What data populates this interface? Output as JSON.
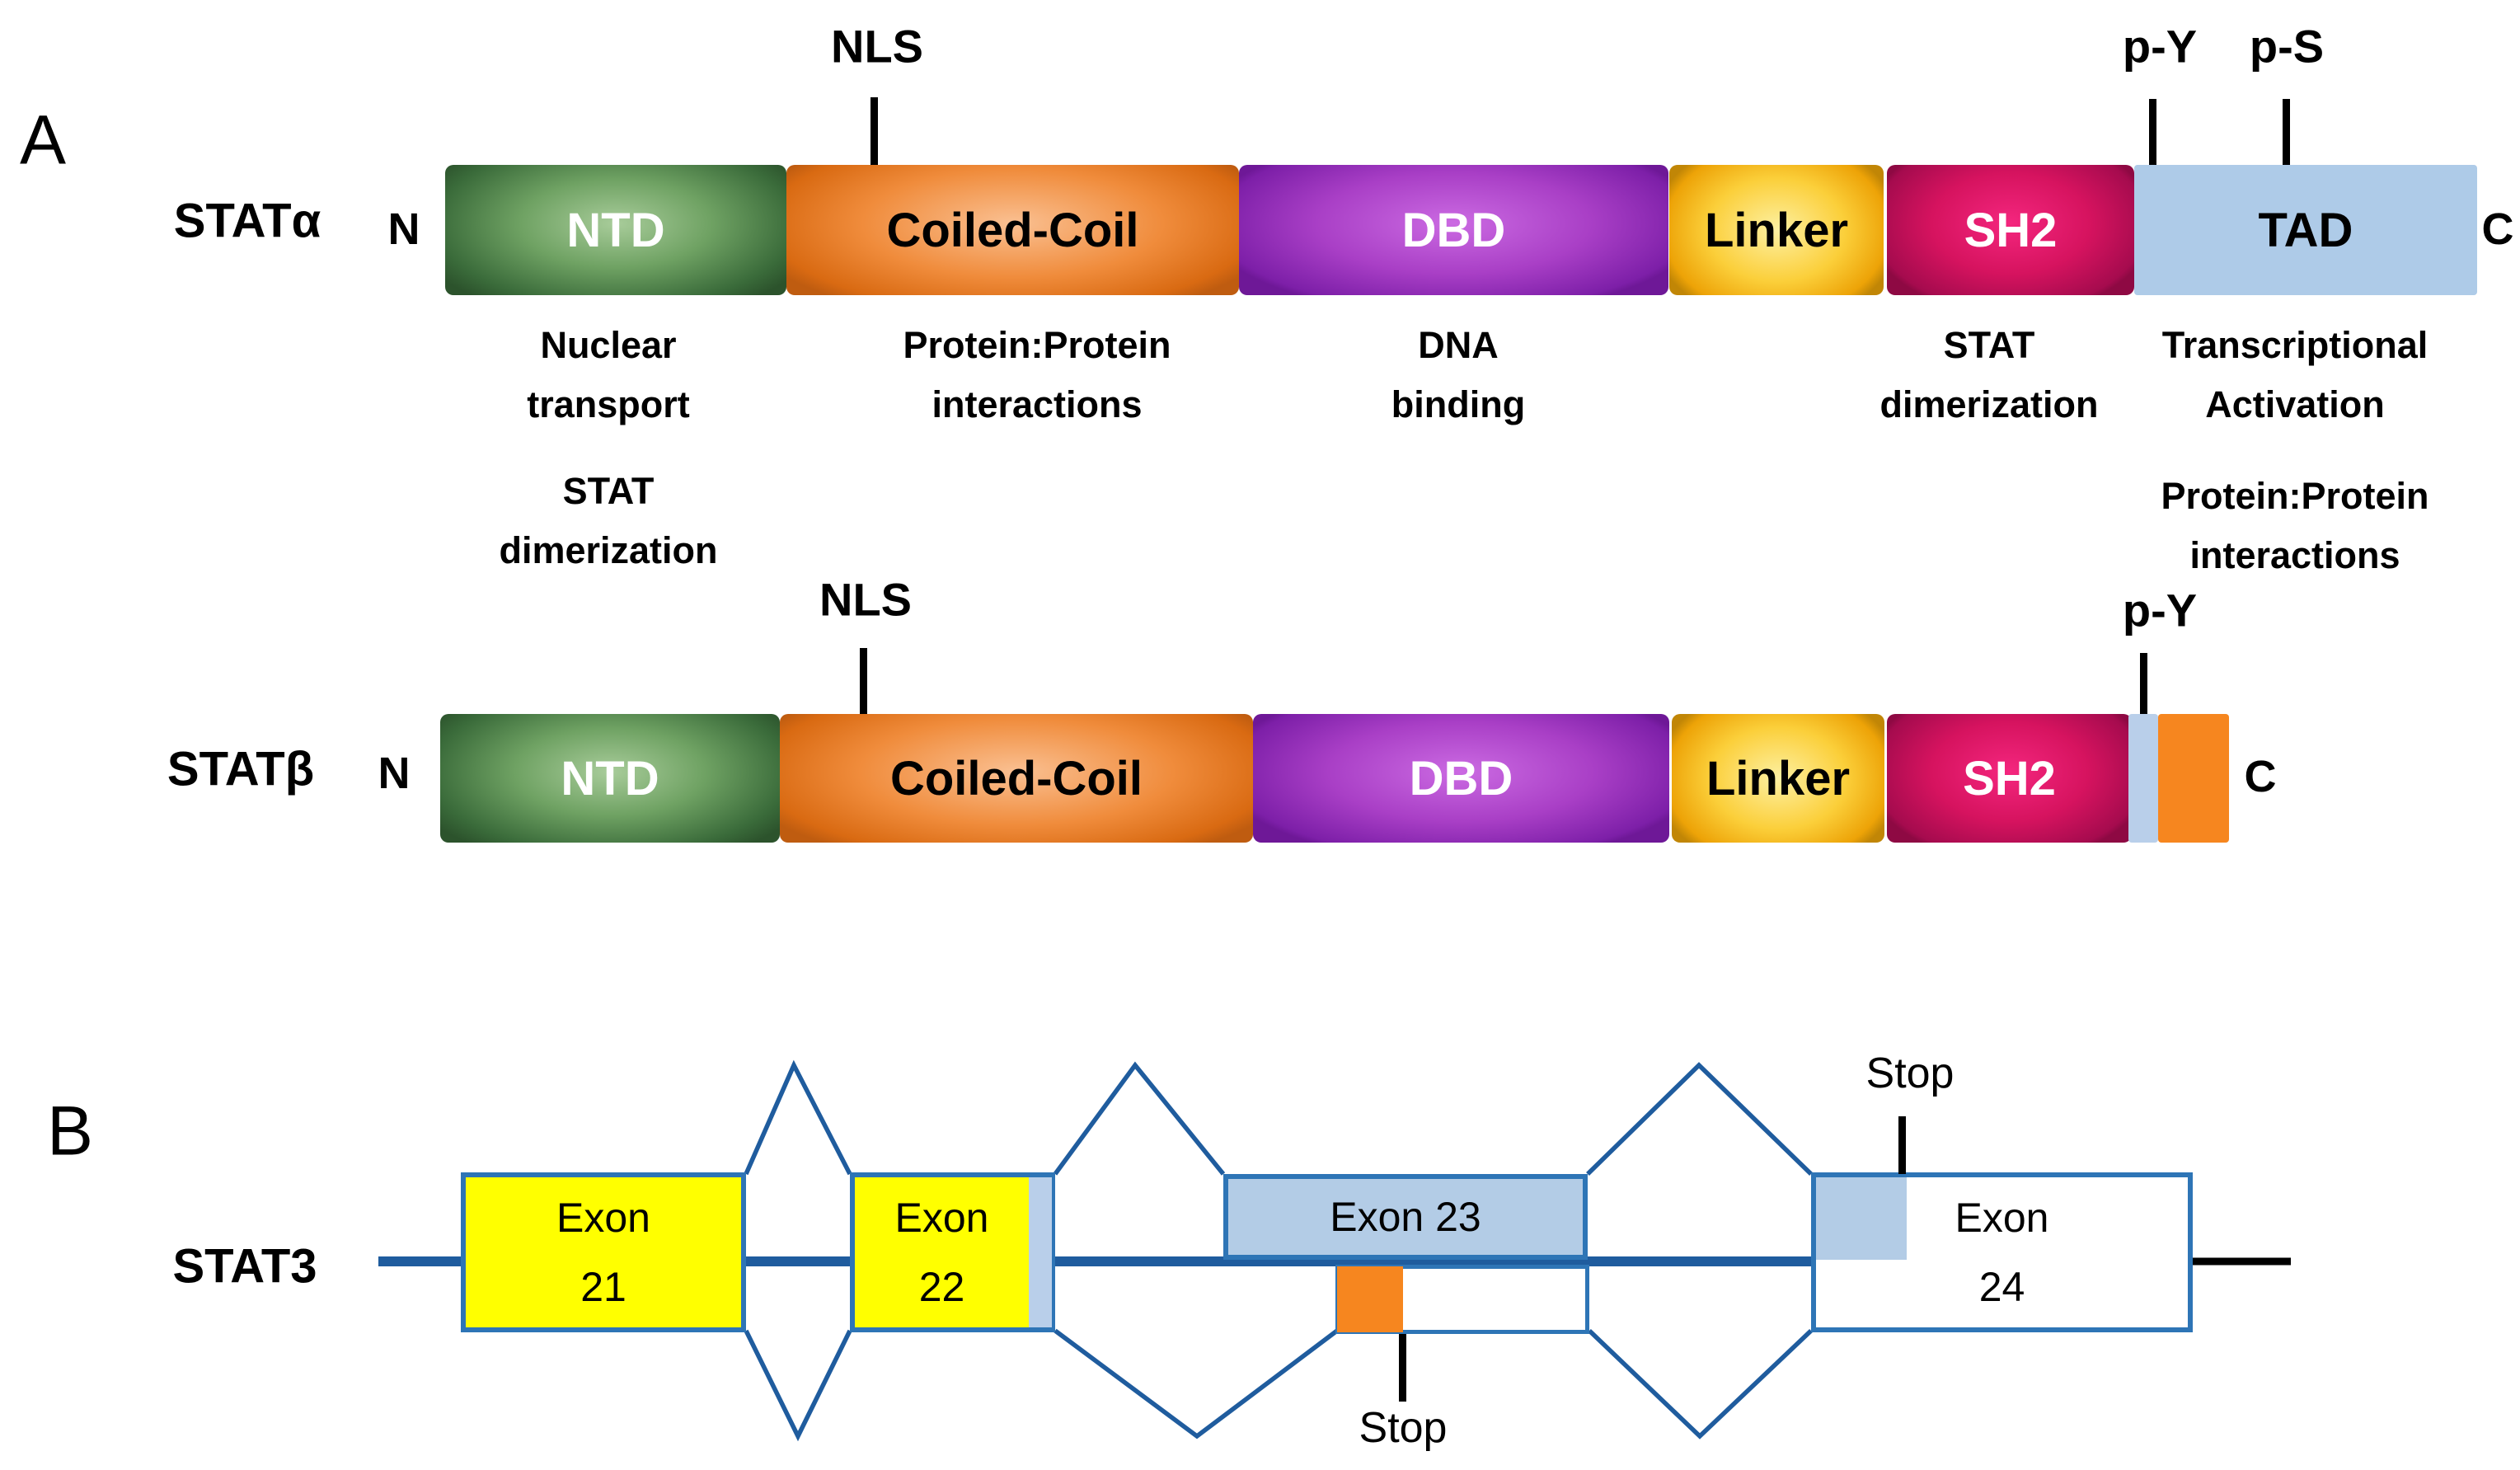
{
  "figure": {
    "panel_a": {
      "label": "A",
      "rows": [
        {
          "name": "STATα",
          "n_label": "N",
          "c_label": "C",
          "domains": [
            "NTD",
            "Coiled-Coil",
            "DBD",
            "Linker",
            "SH2",
            "TAD"
          ],
          "marks": [
            "NLS",
            "p-Y",
            "p-S"
          ]
        },
        {
          "name": "STATβ",
          "n_label": "N",
          "c_label": "C",
          "domains": [
            "NTD",
            "Coiled-Coil",
            "DBD",
            "Linker",
            "SH2"
          ],
          "marks": [
            "NLS",
            "p-Y"
          ]
        }
      ],
      "functions_row1": [
        "Nuclear\ntransport",
        "Protein:Protein\ninteractions",
        "DNA\nbinding",
        "STAT\ndimerization",
        "Transcriptional\nActivation"
      ],
      "functions_row2": [
        "STAT\ndimerization",
        "Protein:Protein\ninteractions"
      ]
    },
    "panel_b": {
      "label": "B",
      "gene_label": "STAT3",
      "exon21": "Exon\n21",
      "exon22": "Exon\n22",
      "exon23": "Exon 23",
      "exon24": "Exon\n24",
      "stop_top": "Stop",
      "stop_bottom": "Stop"
    }
  },
  "colors": {
    "ntd_green_dark": "#2f5c2f",
    "ntd_green_light": "#a8cc9a",
    "coiledcoil_orange_dark": "#d96a12",
    "coiledcoil_orange_light": "#fac092",
    "dbd_purple_dark": "#7d1fa8",
    "dbd_purple_light": "#cb6ae2",
    "linker_gold_dark": "#eda307",
    "linker_gold_light": "#fdf0a2",
    "sh2_crimson_dark": "#a50b4e",
    "sh2_crimson_light": "#f4267e",
    "tad_blue": "#aecbe8",
    "beta_tail_blue": "#b9cfea",
    "beta_tail_orange": "#f6861f",
    "exon_yellow": "#ffff00",
    "exon23_blue": "#b3cce6",
    "exon_outline_blue": "#2e75b6",
    "intron_line_blue": "#1f5c9e",
    "tick_black": "#000000"
  }
}
